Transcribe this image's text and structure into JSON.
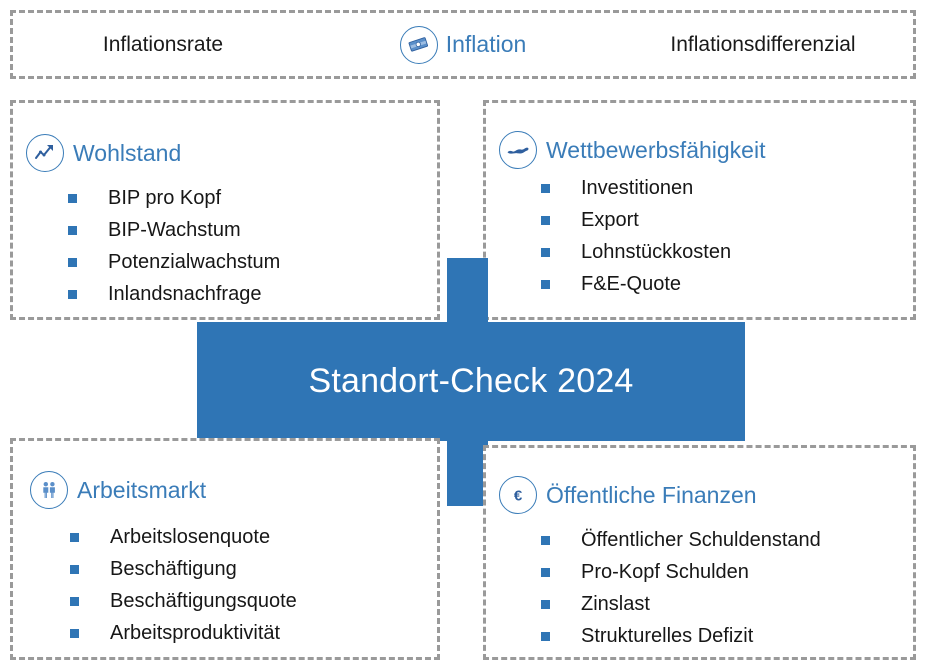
{
  "theme": {
    "accent_blue": "#2f75b5",
    "title_blue": "#3a7cb8",
    "dash_gray": "#9a9a9a",
    "text_black": "#171717",
    "white": "#ffffff"
  },
  "center": {
    "title": "Standort-Check 2024"
  },
  "inflation": {
    "left_label": "Inflationsrate",
    "icon": "banknotes-icon",
    "title": "Inflation",
    "right_label": "Inflationsdifferenzial"
  },
  "panels": [
    {
      "id": "wohlstand",
      "icon": "chart-up-arrow-icon",
      "title": "Wohlstand",
      "items": [
        "BIP pro Kopf",
        "BIP-Wachstum",
        "Potenzialwachstum",
        "Inlandsnachfrage"
      ]
    },
    {
      "id": "wettbewerbsfaehigkeit",
      "icon": "austria-map-icon",
      "title": "Wettbewerbsfähigkeit",
      "items": [
        "Investitionen",
        "Export",
        "Lohnstückkosten",
        "F&E-Quote"
      ]
    },
    {
      "id": "arbeitsmarkt",
      "icon": "two-people-icon",
      "title": "Arbeitsmarkt",
      "items": [
        "Arbeitslosenquote",
        "Beschäftigung",
        "Beschäftigungsquote",
        "Arbeitsproduktivität"
      ]
    },
    {
      "id": "oeffentliche-finanzen",
      "icon": "euro-icon",
      "title": "Öffentliche Finanzen",
      "items": [
        "Öffentlicher Schuldenstand",
        "Pro-Kopf Schulden",
        "Zinslast",
        "Strukturelles Defizit"
      ]
    }
  ]
}
